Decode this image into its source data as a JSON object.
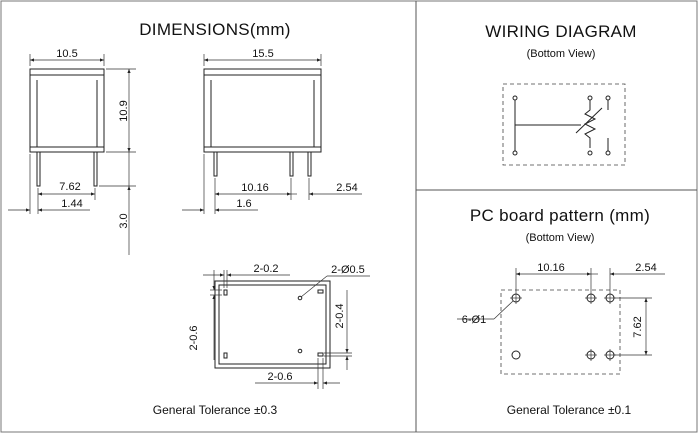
{
  "dimensions": {
    "title": "DIMENSIONS(mm)",
    "side_width": "10.5",
    "front_width": "15.5",
    "height": "10.9",
    "pin_spacing_side": "7.62",
    "pin_offset_side": "1.44",
    "pin_length": "3.0",
    "pin_spacing_front": "10.16",
    "pin_pitch_front": "2.54",
    "pin_offset_front": "1.6",
    "bottom_pad_width": "2-0.2",
    "bottom_hole_dia": "2-Ø0.5",
    "bottom_left_height": "2-0.6",
    "bottom_right_height": "2-0.4",
    "bottom_pad_bottom": "2-0.6",
    "tolerance": "General  Tolerance   ±0.3"
  },
  "wiring": {
    "title": "WIRING   DIAGRAM",
    "subtitle": "(Bottom   View)"
  },
  "pcb": {
    "title": "PC  board  pattern (mm)",
    "subtitle": "(Bottom  View)",
    "spacing_h": "10.16",
    "pitch": "2.54",
    "spacing_v": "7.62",
    "hole_dia": "6-Ø1",
    "tolerance": "General  Tolerance   ±0.1"
  }
}
